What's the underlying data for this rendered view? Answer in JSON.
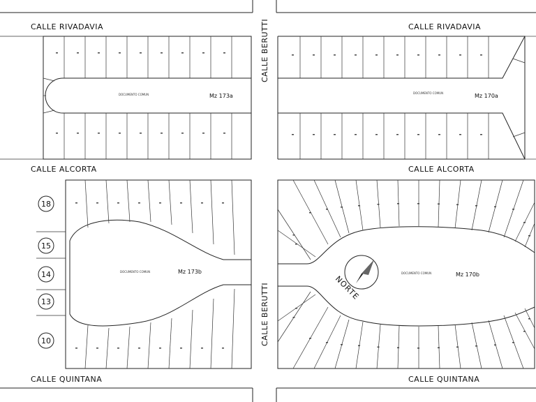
{
  "streets": {
    "top_left": "CALLE  RIVADAVIA",
    "top_right": "CALLE  RIVADAVIA",
    "mid_left": "CALLE  ALCORTA",
    "mid_right": "CALLE  ALCORTA",
    "bottom_left": "CALLE  QUINTANA",
    "bottom_right": "CALLE  QUINTANA",
    "vertical_top": "CALLE  BERUTTI",
    "vertical_bottom": "CALLE  BERUTTI"
  },
  "blocks": {
    "b173a": {
      "label": "Mz 173a",
      "common": "DOCUMENTO COMUN"
    },
    "b170a": {
      "label": "Mz 170a",
      "common": "DOCUMENTO COMUN"
    },
    "b173b": {
      "label": "Mz 173b",
      "common": "DOCUMENTO COMUN"
    },
    "b170b": {
      "label": "Mz 170b",
      "common": "DOCUMENTO COMUN"
    }
  },
  "circled_numbers": [
    "18",
    "15",
    "14",
    "13",
    "10"
  ],
  "north_label": "NORTE",
  "colors": {
    "line": "#222222",
    "paper": "#ffffff"
  },
  "icons": [
    "north-arrow-icon"
  ]
}
